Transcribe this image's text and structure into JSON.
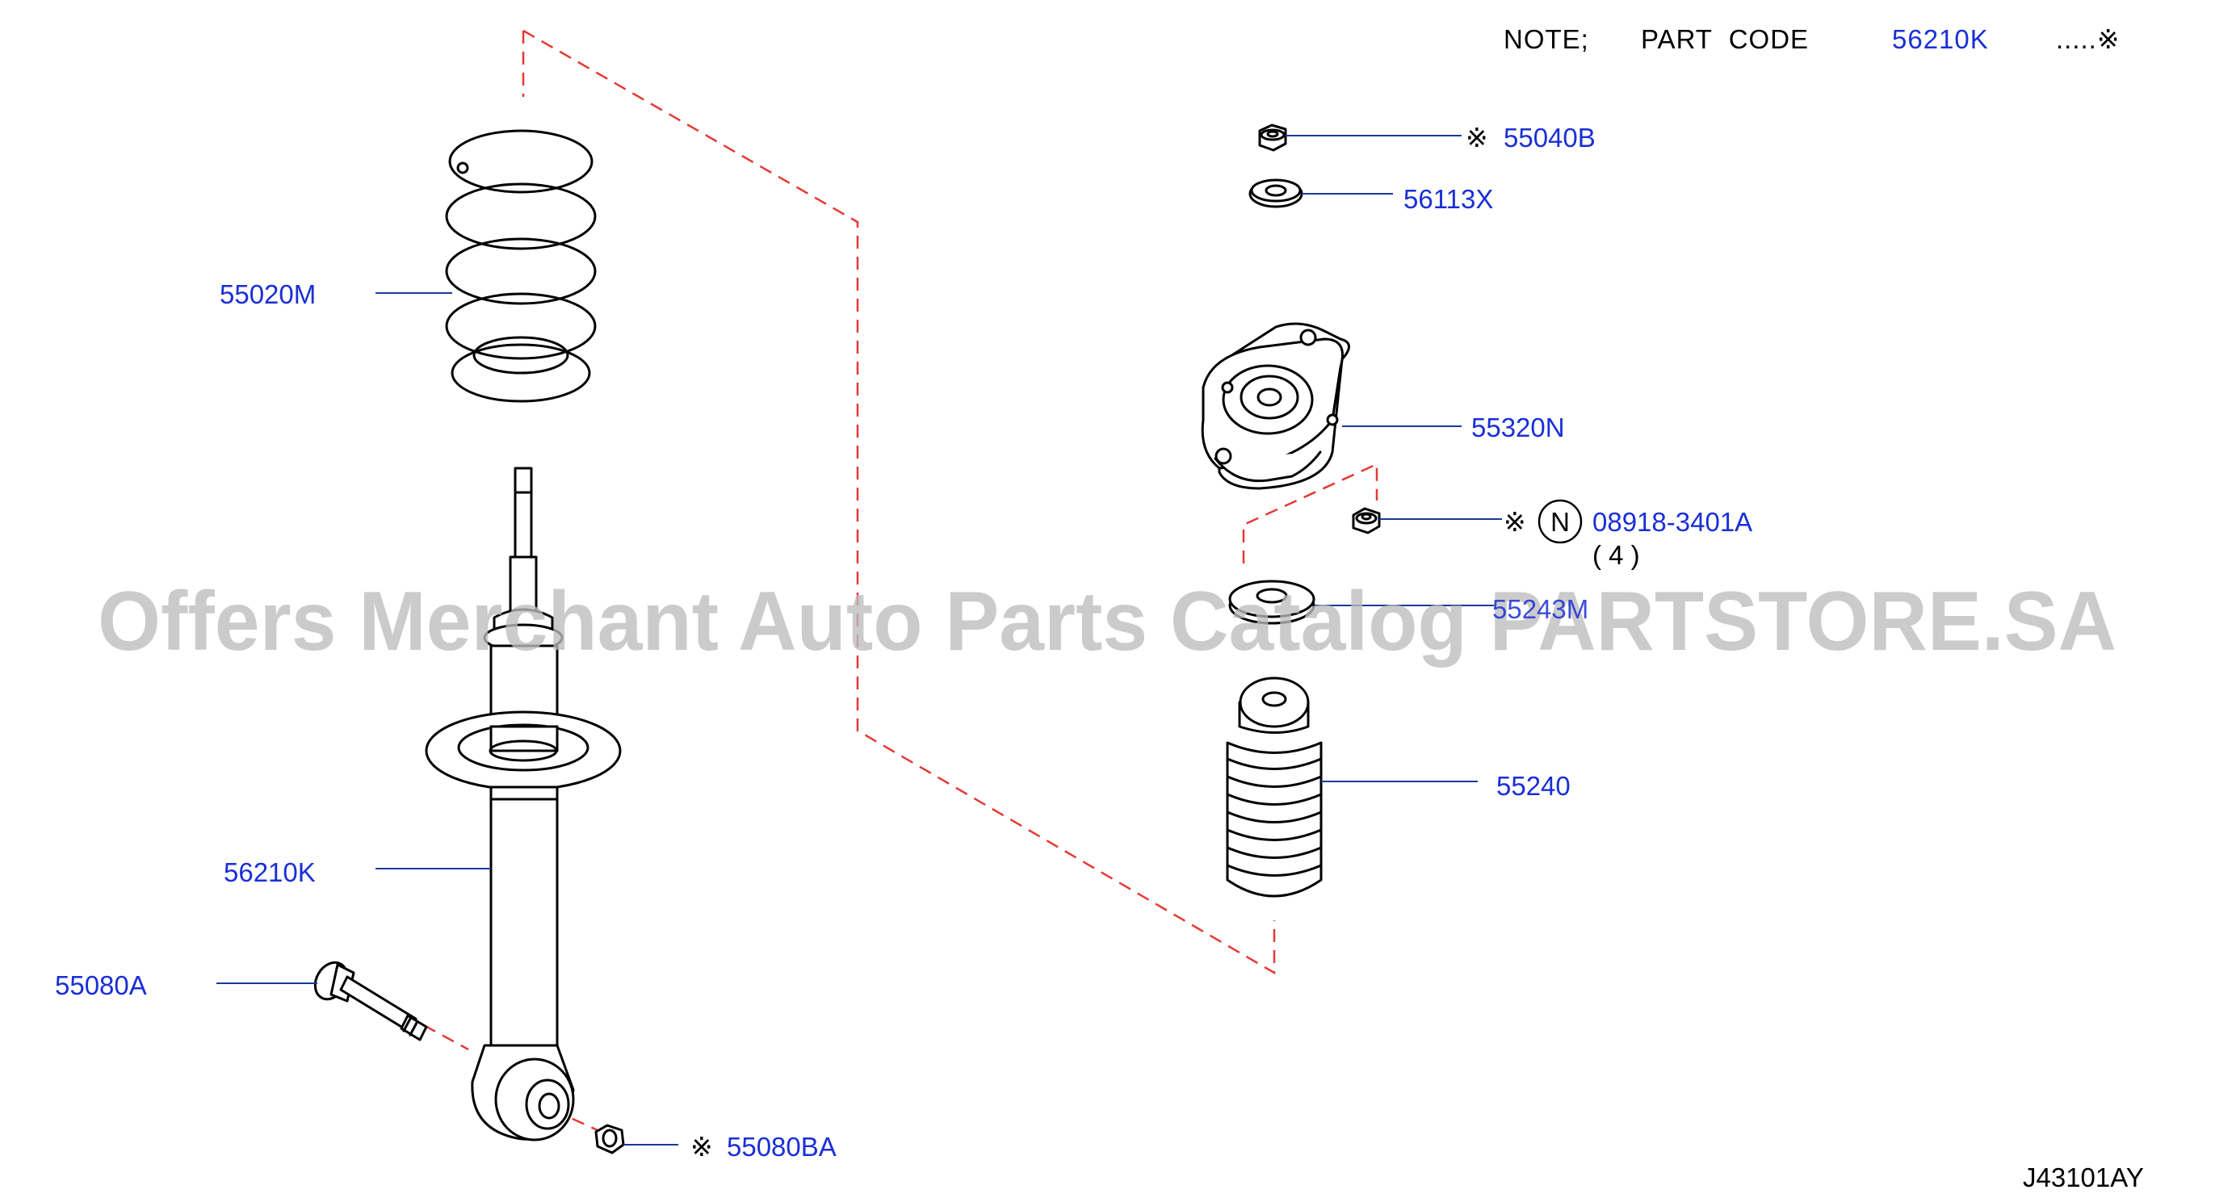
{
  "note": {
    "prefix": "NOTE;",
    "label": "PART  CODE",
    "code": "56210K",
    "suffix": ".....※"
  },
  "watermark": "Offers Merchant Auto Parts Catalog PARTSTORE.SA",
  "diagram_code": "J43101AY",
  "parts": {
    "p55040B": {
      "code": "55040B",
      "mark": "※"
    },
    "p56113X": {
      "code": "56113X"
    },
    "p55020M": {
      "code": "55020M"
    },
    "p55320N": {
      "code": "55320N"
    },
    "p08918": {
      "code": "08918-3401A",
      "mark": "※",
      "prefix": "N",
      "qty": "( 4 )"
    },
    "p55243M": {
      "code": "55243M"
    },
    "p55240": {
      "code": "55240"
    },
    "p56210K": {
      "code": "56210K"
    },
    "p55080A": {
      "code": "55080A"
    },
    "p55080BA": {
      "code": "55080BA",
      "mark": "※"
    }
  },
  "colors": {
    "label": "#1a2fd6",
    "leader": "#1a3a9a",
    "dashed_guide": "#e53935",
    "drawing": "#000000",
    "watermark": "#c8c8c8"
  }
}
